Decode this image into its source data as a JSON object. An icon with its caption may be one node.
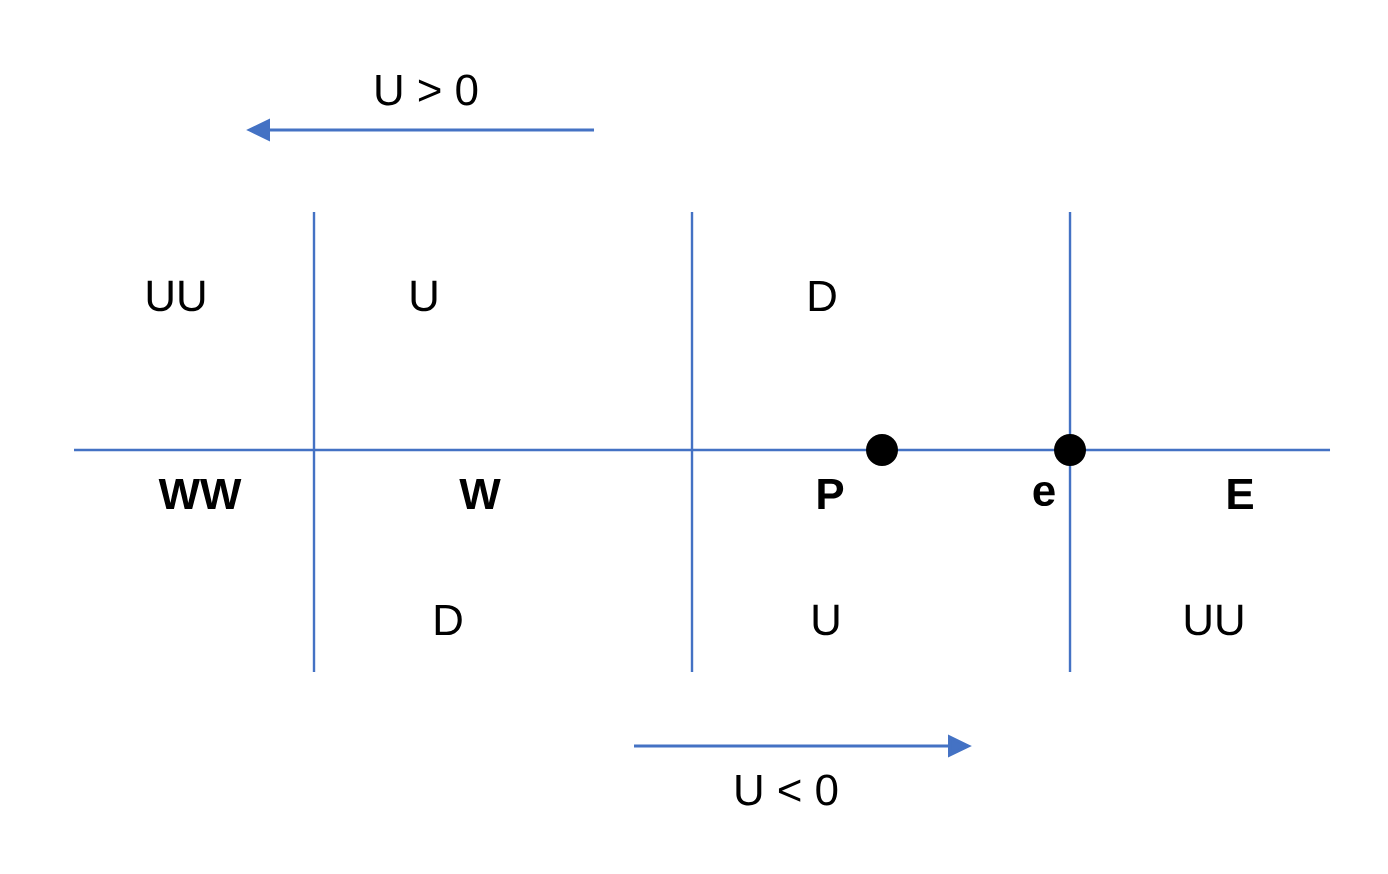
{
  "diagram": {
    "labels": [
      "U > 0",
      "UU",
      "U",
      "D",
      "WW",
      "W",
      "P",
      "e",
      "E",
      "D",
      "U",
      "UU",
      "U < 0"
    ]
  }
}
